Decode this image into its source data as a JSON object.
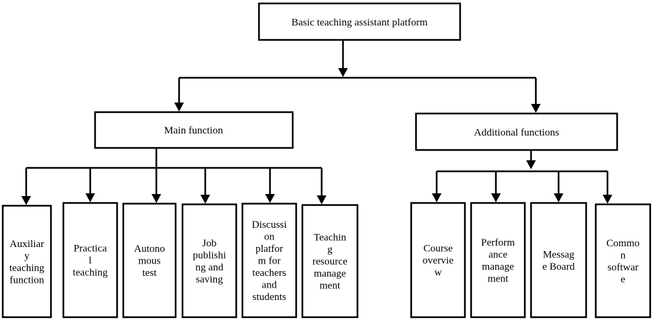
{
  "diagram": {
    "root": {
      "label": "Basic teaching assistant platform"
    },
    "main": {
      "label": "Main function"
    },
    "additional": {
      "label": "Additional functions"
    },
    "main_items": [
      {
        "lines": [
          "Auxiliar",
          "y",
          "teaching",
          "function"
        ]
      },
      {
        "lines": [
          "Practica",
          "l",
          "teaching"
        ]
      },
      {
        "lines": [
          "Autono",
          "mous",
          "test"
        ]
      },
      {
        "lines": [
          "Job",
          "publishi",
          "ng and",
          "saving"
        ]
      },
      {
        "lines": [
          "Discussi",
          "on",
          "platfor",
          "m for",
          "teachers",
          "and",
          "students"
        ]
      },
      {
        "lines": [
          "Teachin",
          "g",
          "resource",
          "manage",
          "ment"
        ]
      }
    ],
    "additional_items": [
      {
        "lines": [
          "Course",
          "overvie",
          "w"
        ]
      },
      {
        "lines": [
          "Perform",
          "ance",
          "manage",
          "ment"
        ]
      },
      {
        "lines": [
          "Messag",
          "e Board"
        ]
      },
      {
        "lines": [
          "Commo",
          "n",
          "softwar",
          "e"
        ]
      }
    ]
  }
}
